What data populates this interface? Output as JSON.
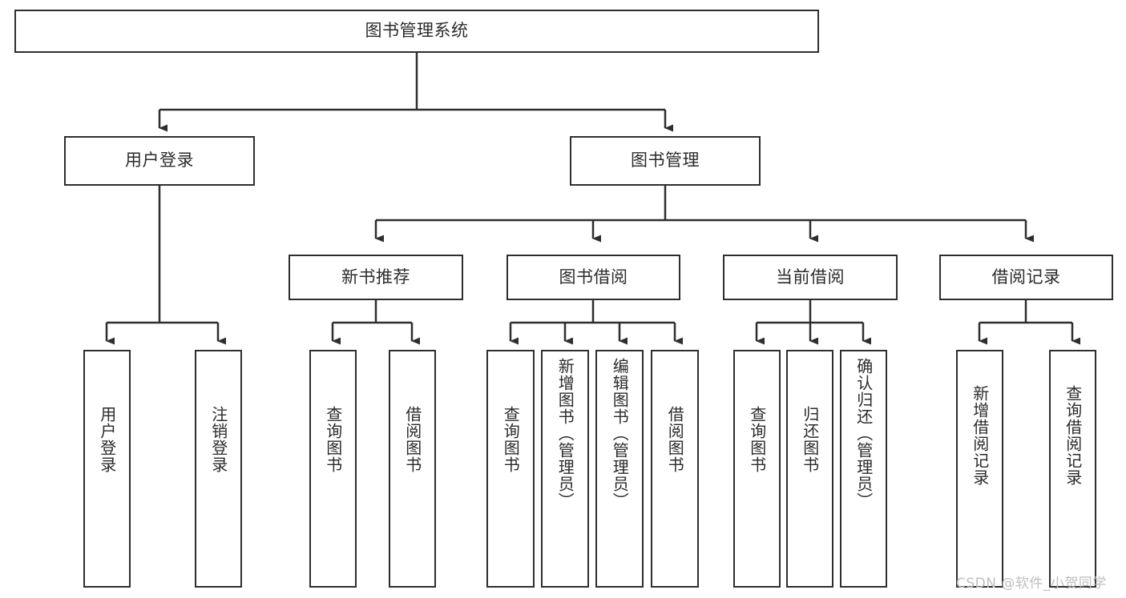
{
  "diagram": {
    "title": "图书管理系统",
    "watermark": "CSDN @软件_小贺同学",
    "stroke_color": "#2e2e2e",
    "text_color": "#2b2b2b",
    "background_color": "#ffffff",
    "watermark_color": "#bfbfbf",
    "root": {
      "label": "图书管理系统"
    },
    "level2": [
      {
        "label": "用户登录"
      },
      {
        "label": "图书管理"
      }
    ],
    "level3": [
      {
        "label": "新书推荐"
      },
      {
        "label": "图书借阅"
      },
      {
        "label": "当前借阅"
      },
      {
        "label": "借阅记录"
      }
    ],
    "leaves": {
      "user_login": [
        {
          "label": "用户登录"
        },
        {
          "label": "注销登录"
        }
      ],
      "new_book_recommend": [
        {
          "label": "查询图书"
        },
        {
          "label": "借阅图书"
        }
      ],
      "book_borrow": [
        {
          "label": "查询图书"
        },
        {
          "label": "新增图书（管理员）"
        },
        {
          "label": "编辑图书（管理员）"
        },
        {
          "label": "借阅图书"
        }
      ],
      "current_borrow": [
        {
          "label": "查询图书"
        },
        {
          "label": "归还图书"
        },
        {
          "label": "确认归还（管理员）"
        }
      ],
      "borrow_record": [
        {
          "label": "新增借阅记录"
        },
        {
          "label": "查询借阅记录"
        }
      ]
    }
  }
}
